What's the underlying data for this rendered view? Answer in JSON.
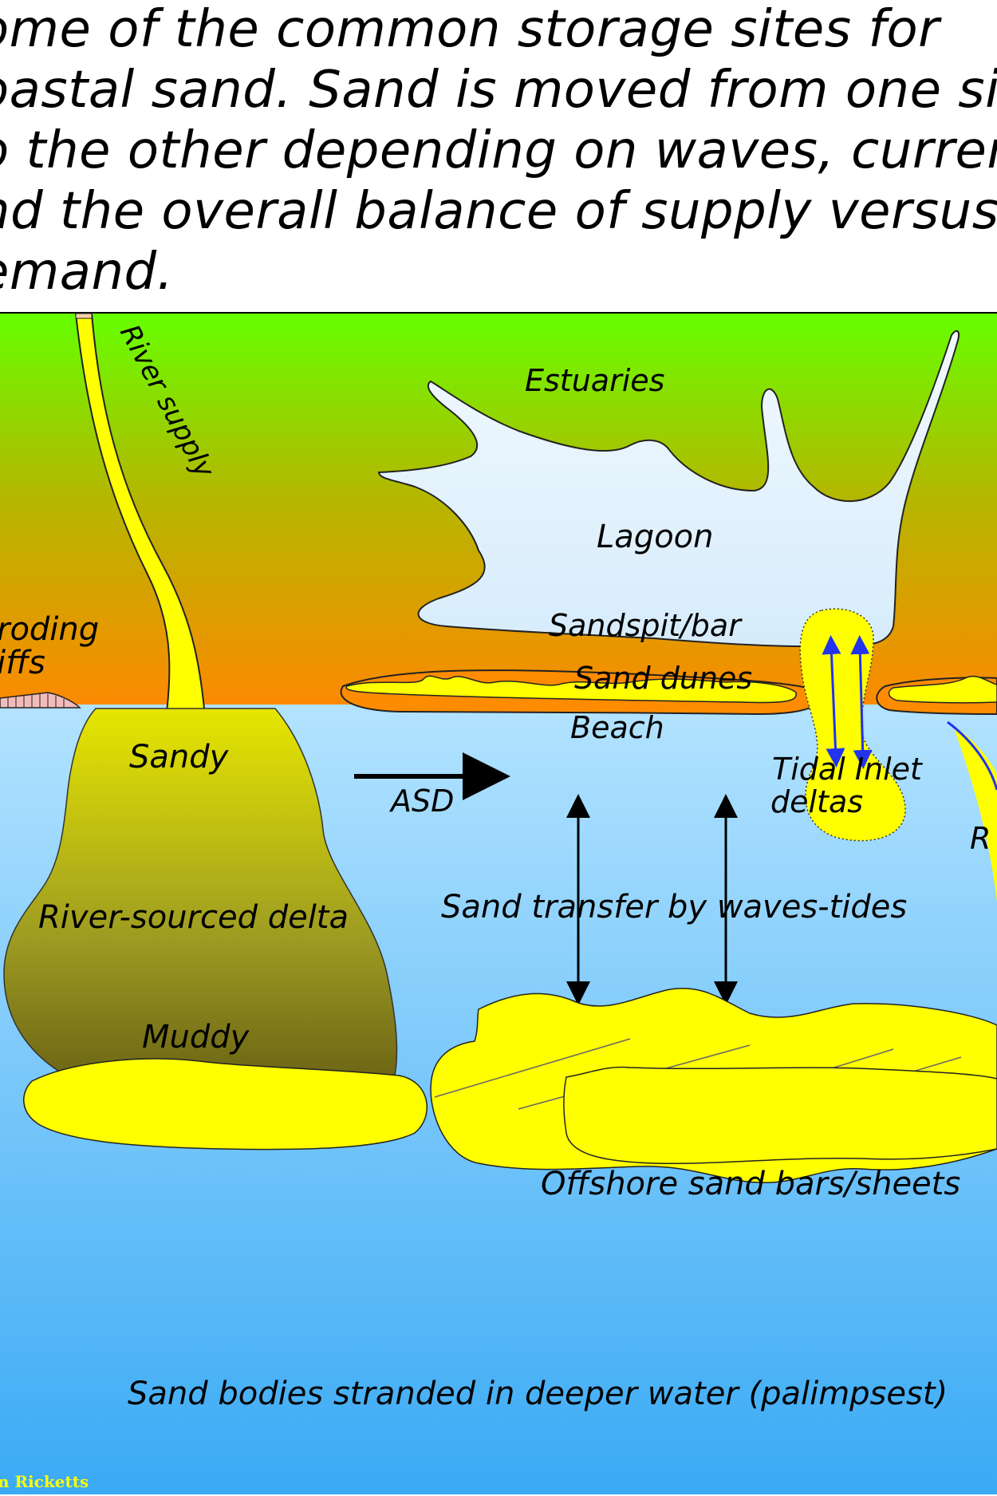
{
  "caption": {
    "lines": [
      "ome of the common storage sites for",
      "oastal sand.  Sand is moved from one sit",
      "o the other depending on waves, current",
      "nd the overall balance of supply versus",
      "emand."
    ]
  },
  "labels": {
    "river_supply": "River supply",
    "estuaries": "Estuaries",
    "lagoon": "Lagoon",
    "eroding_line1": "roding",
    "eroding_line2": "iffs",
    "sandspit": "Sandspit/bar",
    "sand_dunes": "Sand dunes",
    "beach": "Beach",
    "sandy": "Sandy",
    "asd": "ASD",
    "tidal_inlet_line1": "Tidal Inlet",
    "tidal_inlet_line2": "deltas",
    "r_partial": "R",
    "river_sourced_delta": "River-sourced delta",
    "sand_transfer": "Sand transfer by waves-tides",
    "muddy": "Muddy",
    "offshore": "Offshore sand bars/sheets",
    "palimpsest": "Sand bodies stranded in deeper water (palimpsest)",
    "credit": "n Ricketts"
  },
  "colors": {
    "land_top": "#66ff00",
    "land_mid": "#b3b800",
    "land_bottom": "#ff8800",
    "sea_top": "#b3e3ff",
    "sea_bottom": "#3aaaf5",
    "lagoon": "#e6f4ff",
    "sand": "#ffff00",
    "delta_top": "#e6e600",
    "delta_bottom": "#5a5010",
    "tidal_arrow": "#2233ee",
    "credit": "#ffff00"
  }
}
